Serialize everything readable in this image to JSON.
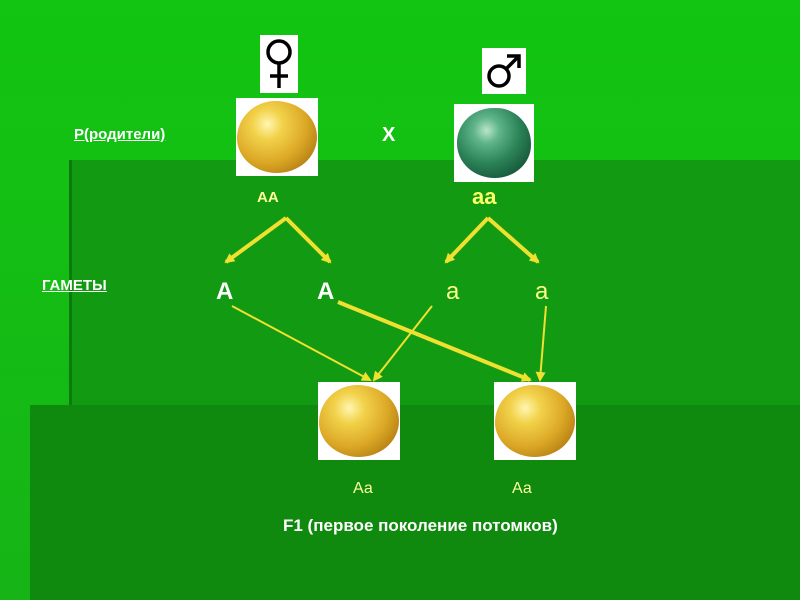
{
  "parents_label": "Р(родители)",
  "cross_symbol": "Х",
  "gametes_label": "ГАМЕТЫ",
  "female_genotype": "АА",
  "male_genotype": "аа",
  "gametes": [
    "А",
    "А",
    "а",
    "а"
  ],
  "offspring_genotypes": [
    "Аа",
    "Аа"
  ],
  "f1_label": "F1 (первое поколение потомков)",
  "icons": {
    "female": "female-symbol-icon",
    "male": "male-symbol-icon"
  },
  "colors": {
    "background": "#18b418",
    "yellow_pea": "#dca826",
    "green_pea": "#2c8458",
    "arrow": "#f0e030",
    "dominant_gamete": "#ffffff",
    "recessive_gamete": "#ffff66",
    "recessive_gamete_thin": "#ffff88"
  }
}
